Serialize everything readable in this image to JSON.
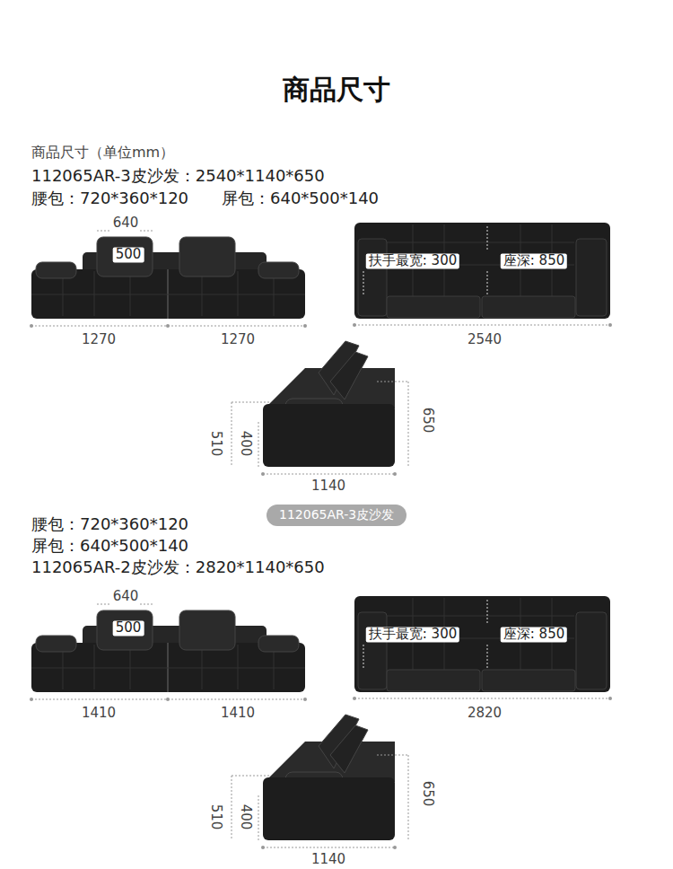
{
  "diagram": {
    "title": "商品尺寸",
    "nodes": [
      {
        "text": [
          "112065AR-3皮沙发"
        ]
      }
    ],
    "labels": [
      "商品尺寸（单位mm）",
      "112065AR-3皮沙发：2540*1140*650",
      "腰包：720*360*120",
      "屏包：640*500*140",
      "640",
      "500",
      "1270",
      "1270",
      "扶手最宽: 300",
      "座深: 850",
      "2540",
      "510",
      "400",
      "650",
      "1140",
      "腰包：720*360*120",
      "屏包：640*500*140",
      "112065AR-2皮沙发：2820*1140*650",
      "640",
      "500",
      "1410",
      "1410",
      "扶手最宽: 300",
      "座深: 850",
      "2820",
      "510",
      "400",
      "650",
      "1140"
    ]
  }
}
